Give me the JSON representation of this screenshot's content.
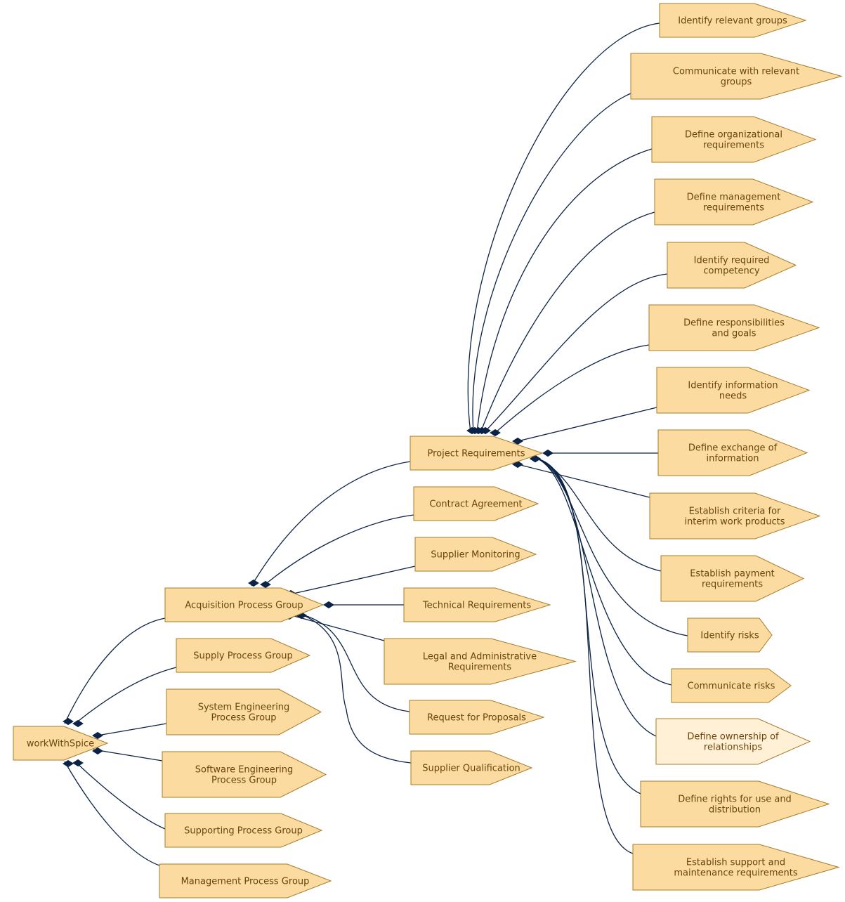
{
  "colors": {
    "node_fill": "#fbdb9f",
    "node_fill_highlight": "#fff0d6",
    "node_border": "#a87c2a",
    "label_text": "#6b4409",
    "edge": "#0b2346"
  },
  "nodes": {
    "root": {
      "lines": [
        "workWithSpice"
      ]
    },
    "acquisition": {
      "lines": [
        "Acquisition Process Group"
      ]
    },
    "supply": {
      "lines": [
        "Supply Process Group"
      ]
    },
    "system_eng": {
      "lines": [
        "System Engineering",
        "Process Group"
      ]
    },
    "software_eng": {
      "lines": [
        "Software Engineering",
        "Process Group"
      ]
    },
    "supporting": {
      "lines": [
        "Supporting Process Group"
      ]
    },
    "management": {
      "lines": [
        "Management Process Group"
      ]
    },
    "project_req": {
      "lines": [
        "Project Requirements"
      ]
    },
    "contract": {
      "lines": [
        "Contract Agreement"
      ]
    },
    "supplier_mon": {
      "lines": [
        "Supplier Monitoring"
      ]
    },
    "technical_req": {
      "lines": [
        "Technical Requirements"
      ]
    },
    "legal": {
      "lines": [
        "Legal and Administrative",
        "Requirements"
      ]
    },
    "rfp": {
      "lines": [
        "Request for Proposals"
      ]
    },
    "supplier_qual": {
      "lines": [
        "Supplier Qualification"
      ]
    },
    "identify_groups": {
      "lines": [
        "Identify relevant groups"
      ]
    },
    "communicate_groups": {
      "lines": [
        "Communicate with relevant",
        "groups"
      ]
    },
    "define_org": {
      "lines": [
        "Define organizational",
        "requirements"
      ]
    },
    "define_mgmt": {
      "lines": [
        "Define management",
        "requirements"
      ]
    },
    "identify_comp": {
      "lines": [
        "Identify required",
        "competency"
      ]
    },
    "define_resp": {
      "lines": [
        "Define responsibilities",
        "and goals"
      ]
    },
    "identify_info": {
      "lines": [
        "Identify information",
        "needs"
      ]
    },
    "define_exchange": {
      "lines": [
        "Define exchange of",
        "information"
      ]
    },
    "establish_criteria": {
      "lines": [
        "Establish criteria for",
        "interim work products"
      ]
    },
    "establish_payment": {
      "lines": [
        "Establish payment",
        "requirements"
      ]
    },
    "identify_risks": {
      "lines": [
        "Identify risks"
      ]
    },
    "communicate_risks": {
      "lines": [
        "Communicate risks"
      ]
    },
    "define_ownership": {
      "lines": [
        "Define ownership of",
        "relationships"
      ]
    },
    "define_rights": {
      "lines": [
        "Define rights for use and",
        "distribution"
      ]
    },
    "establish_support": {
      "lines": [
        "Establish support and",
        "maintenance requirements"
      ]
    }
  }
}
